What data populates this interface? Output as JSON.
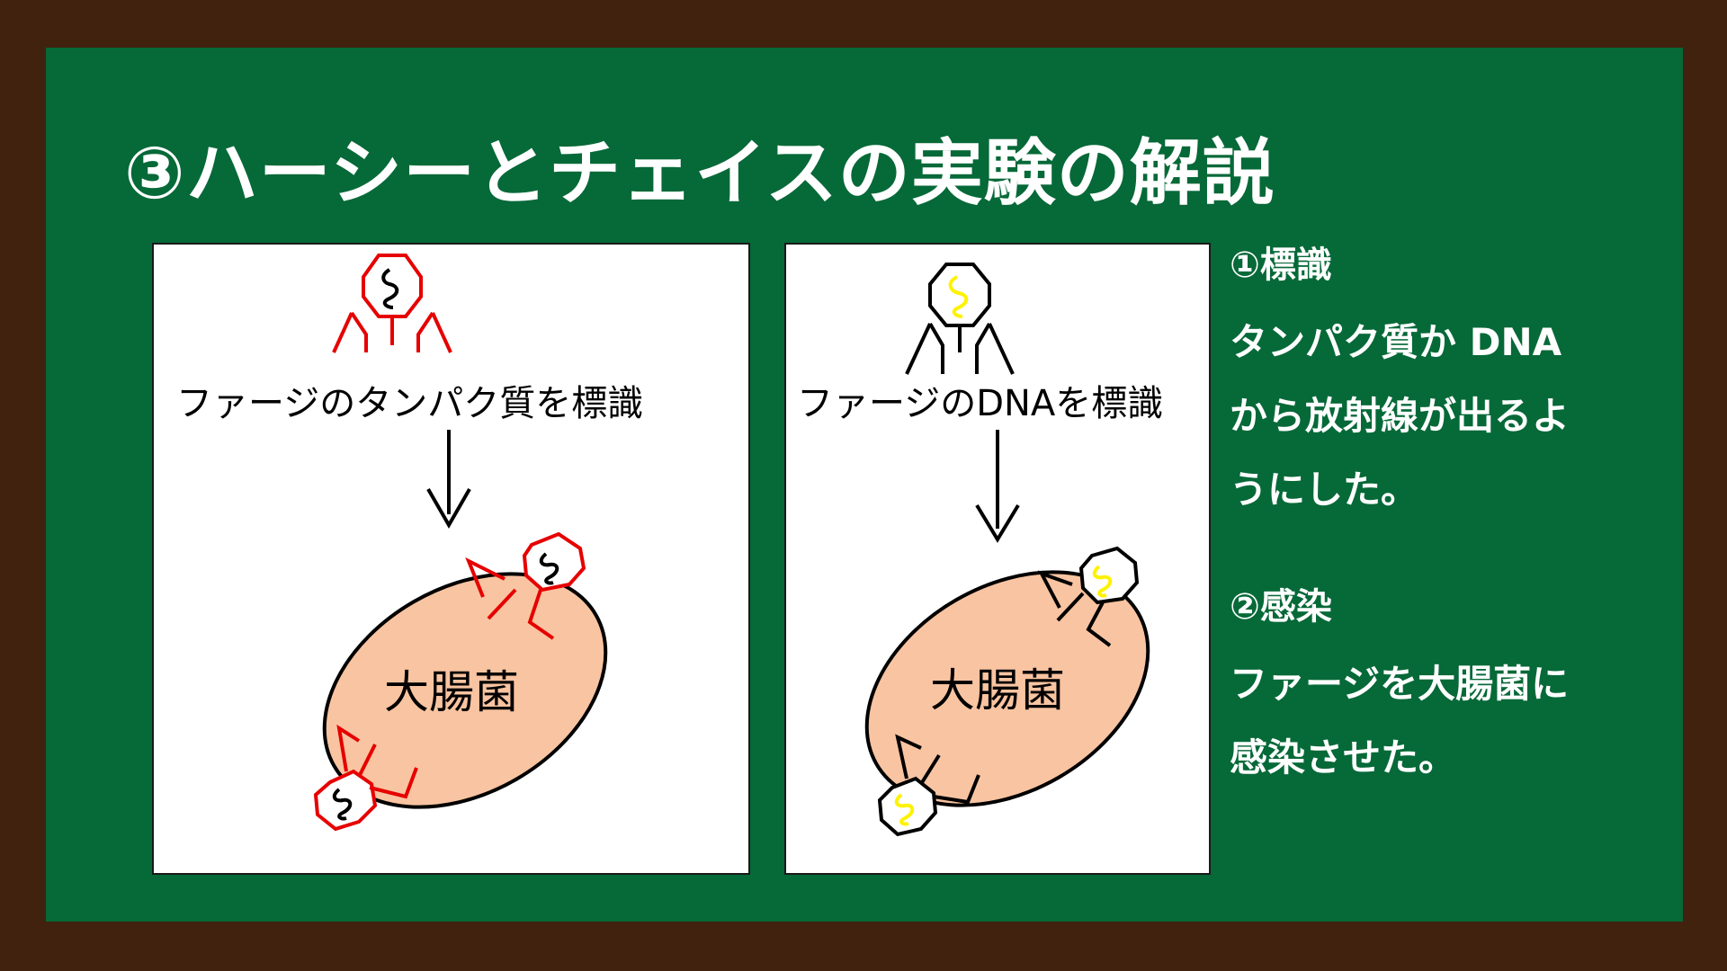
{
  "slide": {
    "title": "③ハーシーとチェイスの実験の解説",
    "colors": {
      "frame": "#40220f",
      "board": "#066938",
      "cell_fill": "#f9c4a1",
      "protein_label": "#e60000",
      "dna_label": "#fff200"
    }
  },
  "panels": [
    {
      "caption": "ファージのタンパク質を標識",
      "cell_label": "大腸菌",
      "label_color": "#e60000",
      "labeled_part": "protein coat"
    },
    {
      "caption": "ファージのDNAを標識",
      "cell_label": "大腸菌",
      "label_color": "#fff200",
      "labeled_part": "DNA"
    }
  ],
  "notes": {
    "steps": [
      {
        "heading": "①標識",
        "lines": [
          "タンパク質か DNA",
          "から放射線が出るよ",
          "うにした。"
        ]
      },
      {
        "heading": "②感染",
        "lines": [
          "ファージを大腸菌に",
          "感染させた。"
        ]
      }
    ]
  }
}
